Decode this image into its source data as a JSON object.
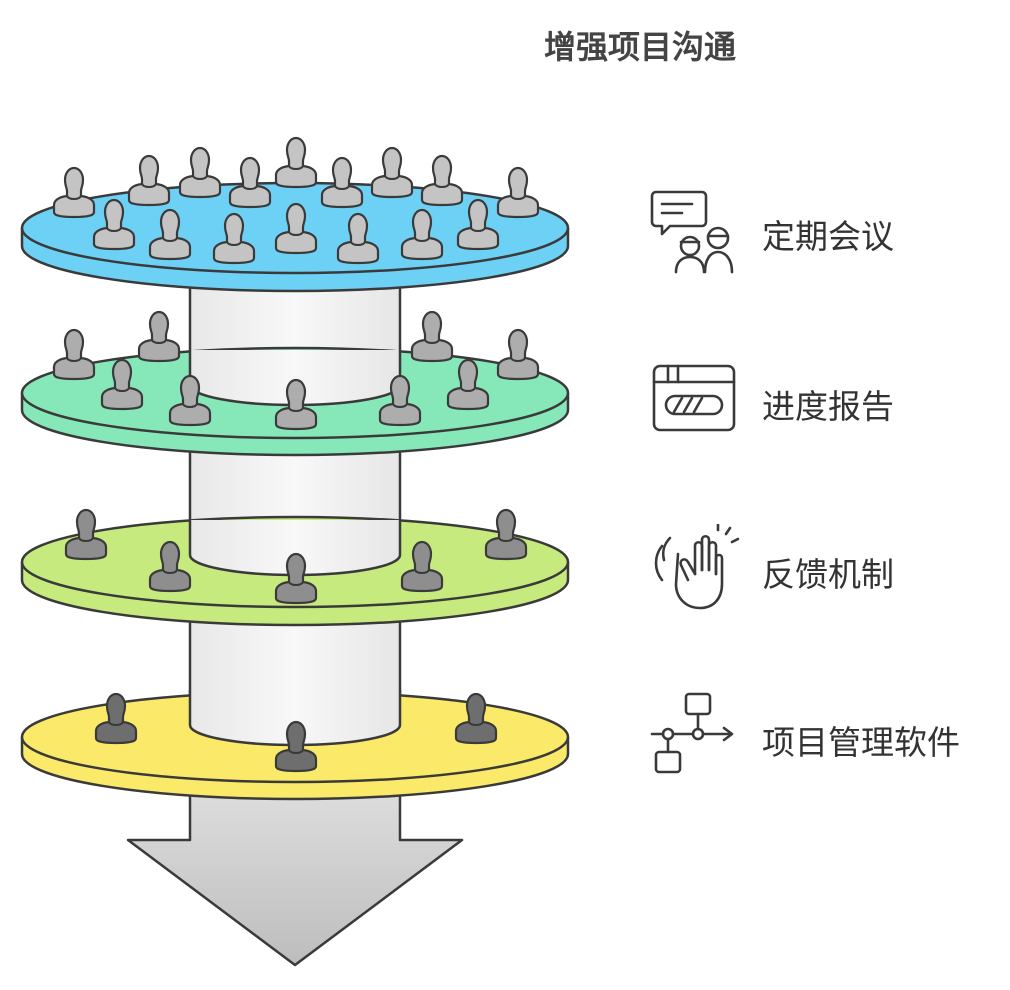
{
  "title": "增强项目沟通",
  "colors": {
    "tier1": "#6dd0f5",
    "tier2": "#86e8b8",
    "tier3": "#c6ea7e",
    "tier4": "#fbe96a",
    "column": "#f3f3f3",
    "outline": "#3a3a3a",
    "person_light": "#c4c4c4",
    "person_dark": "#6e6e6e",
    "arrow": "#cfcfcf"
  },
  "items": [
    {
      "label": "定期会议",
      "icon": "meeting-chat-icon"
    },
    {
      "label": "进度报告",
      "icon": "progress-report-icon"
    },
    {
      "label": "反馈机制",
      "icon": "clapping-hands-icon"
    },
    {
      "label": "项目管理软件",
      "icon": "workflow-icon"
    }
  ]
}
